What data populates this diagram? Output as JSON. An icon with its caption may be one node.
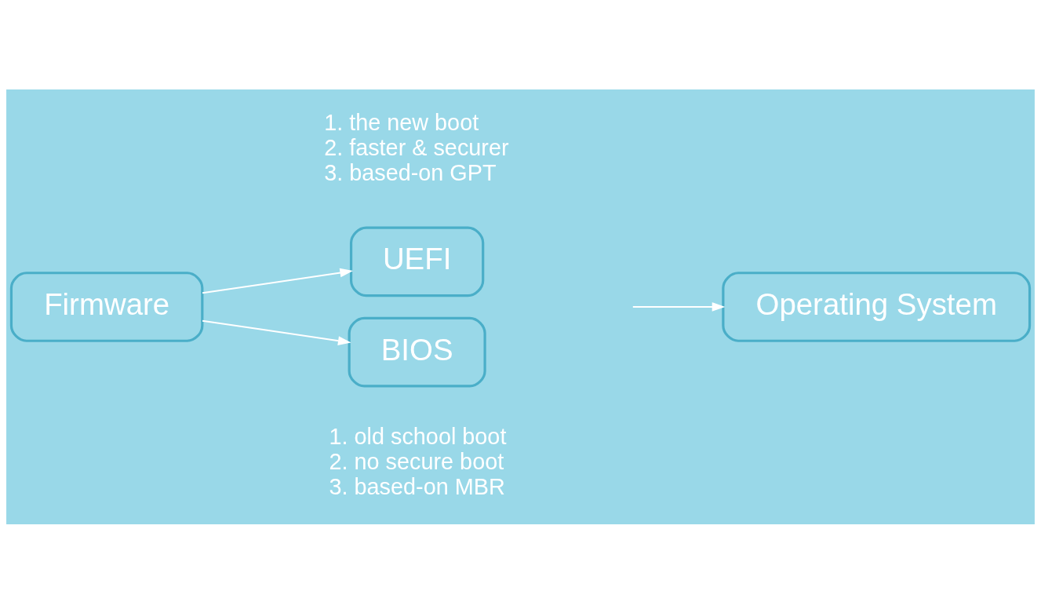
{
  "diagram": {
    "nodes": [
      {
        "text": [
          "Firmware"
        ]
      },
      {
        "text": [
          "UEFI"
        ],
        "beside": [
          "1. the new boot",
          "2. faster & securer",
          "3. based-on GPT"
        ]
      },
      {
        "text": [
          "BIOS"
        ],
        "beside": [
          "1. old school boot",
          "2. no secure boot",
          "3. based-on MBR"
        ]
      },
      {
        "text": [
          "Operating System"
        ]
      }
    ],
    "edges": [
      {
        "from": 0,
        "to": 1,
        "arrow": "to"
      },
      {
        "from": 0,
        "to": 2,
        "arrow": "to"
      },
      {
        "from": null,
        "to": 3,
        "arrow": "to"
      }
    ]
  }
}
